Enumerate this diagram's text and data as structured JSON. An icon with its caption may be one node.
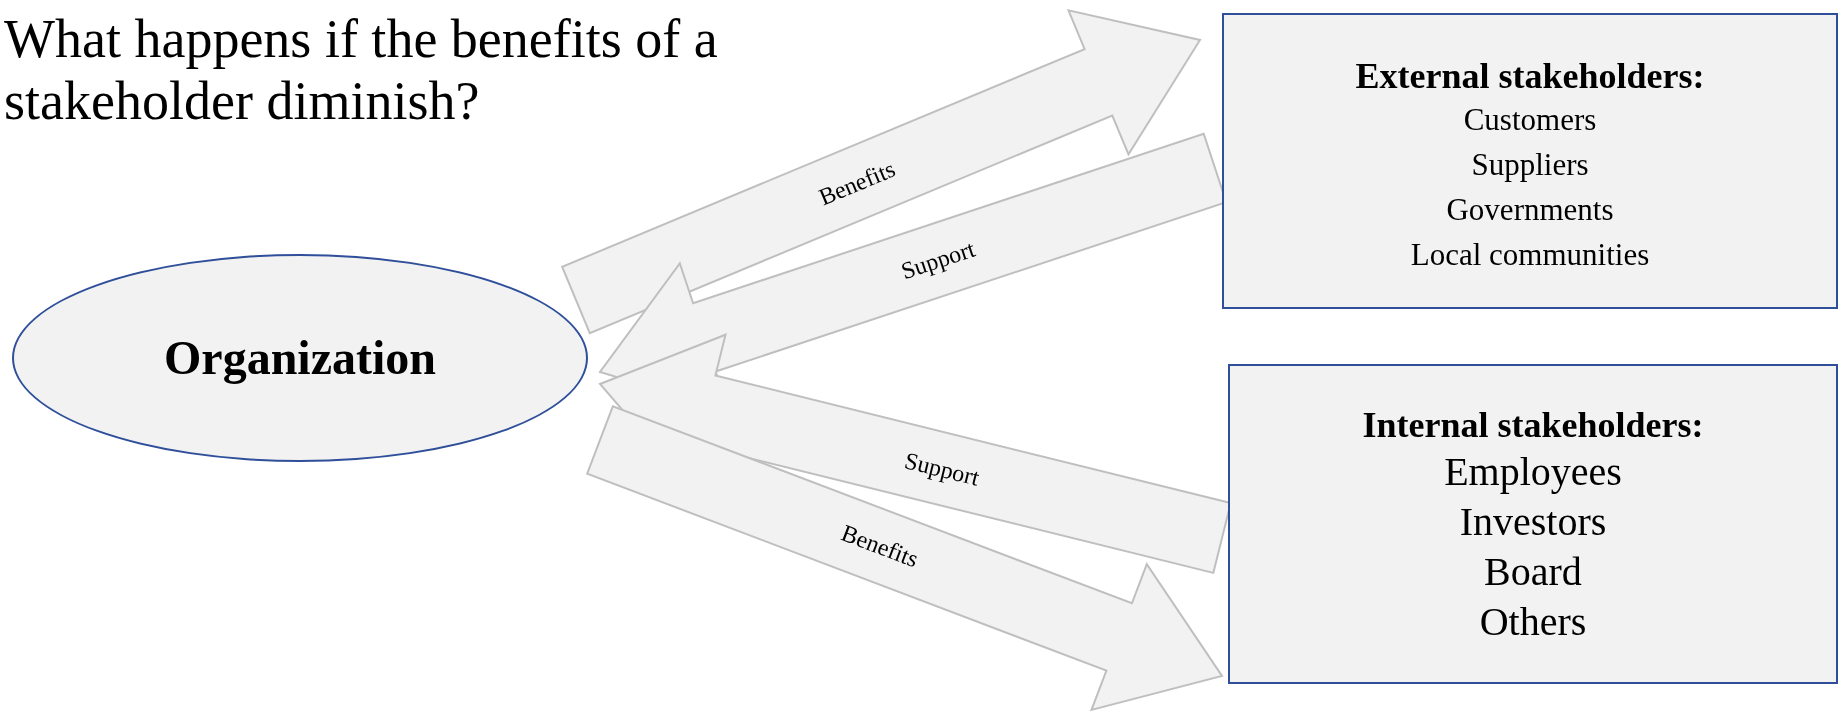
{
  "diagram": {
    "title": "What happens if the benefits of a stakeholder diminish?",
    "nodes": [
      {
        "text": [
          "Organization"
        ]
      },
      {
        "text": [
          "External stakeholders:",
          "Customers",
          "Suppliers",
          "Governments",
          "Local communities"
        ]
      },
      {
        "text": [
          "Internal stakeholders:",
          "Employees",
          "Investors",
          "Board",
          "Others"
        ]
      }
    ],
    "edges": [
      {
        "from": 0,
        "to": 1,
        "arrow": "to",
        "label": "Benefits"
      },
      {
        "from": 1,
        "to": 0,
        "arrow": "to",
        "label": "Support"
      },
      {
        "from": 2,
        "to": 0,
        "arrow": "to",
        "label": "Support"
      },
      {
        "from": 0,
        "to": 2,
        "arrow": "to",
        "label": "Benefits"
      }
    ]
  }
}
